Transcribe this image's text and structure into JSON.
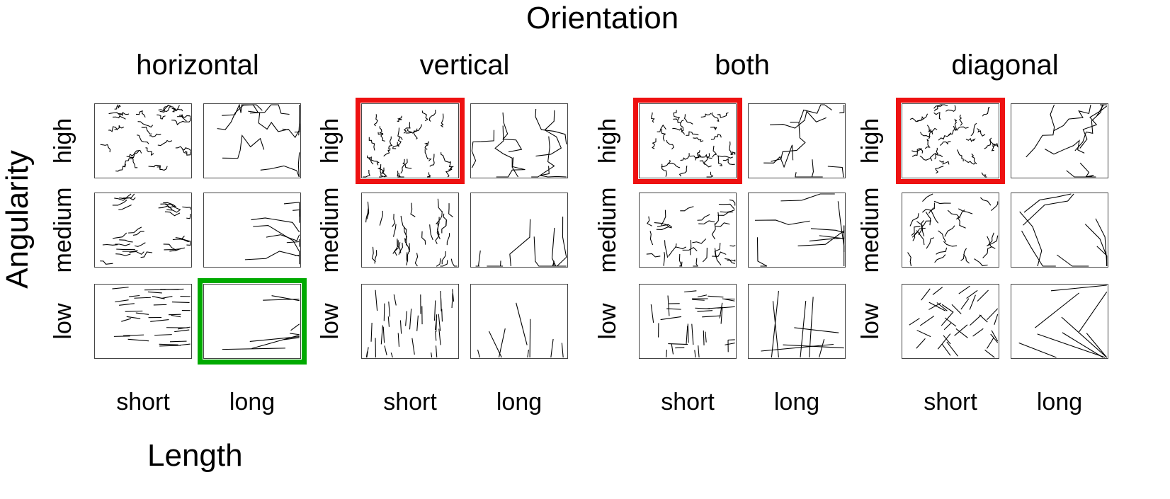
{
  "title_top": "Orientation",
  "title_left": "Angularity",
  "title_bottom": "Length",
  "groups": [
    {
      "label": "horizontal",
      "orientation": "horizontal"
    },
    {
      "label": "vertical",
      "orientation": "vertical"
    },
    {
      "label": "both",
      "orientation": "both"
    },
    {
      "label": "diagonal",
      "orientation": "diagonal"
    }
  ],
  "rows": [
    {
      "label": "high",
      "angularity": "high"
    },
    {
      "label": "medium",
      "angularity": "medium"
    },
    {
      "label": "low",
      "angularity": "low"
    }
  ],
  "columns": [
    {
      "label": "short",
      "length": "short"
    },
    {
      "label": "long",
      "length": "long"
    }
  ],
  "highlights": [
    {
      "group": "horizontal",
      "row": "low",
      "col": "long",
      "color": "#00aa00"
    },
    {
      "group": "vertical",
      "row": "high",
      "col": "short",
      "color": "#ee1111"
    },
    {
      "group": "both",
      "row": "high",
      "col": "short",
      "color": "#ee1111"
    },
    {
      "group": "diagonal",
      "row": "high",
      "col": "short",
      "color": "#ee1111"
    }
  ],
  "colors": {
    "line": "#000000",
    "frame": "#444444"
  }
}
